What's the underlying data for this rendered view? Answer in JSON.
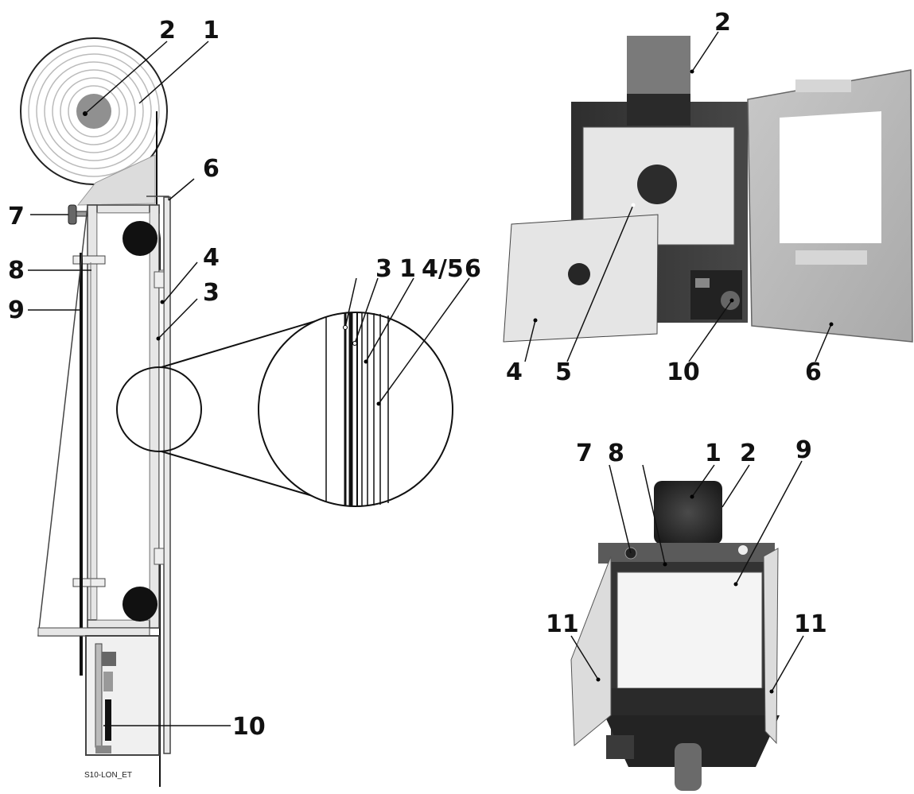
{
  "figure_code": "S10-LON_ET",
  "left_section": {
    "labels": {
      "roll_1": "1",
      "core_2": "2",
      "cover_6": "6",
      "knob_7": "7",
      "plate_8": "8",
      "frame_9": "9",
      "face_4": "4",
      "face_3": "3",
      "electronics_10": "10"
    }
  },
  "detail_zoom": {
    "labels": {
      "l3": "3",
      "l1": "1",
      "l45": "4/5",
      "l6": "6"
    }
  },
  "top_right_photo": {
    "labels": {
      "l2": "2",
      "l4": "4",
      "l5": "5",
      "l10": "10",
      "l6": "6"
    }
  },
  "bottom_right_photo": {
    "labels": {
      "l7": "7",
      "l8": "8",
      "l1": "1",
      "l2": "2",
      "l9": "9",
      "l11_left": "11",
      "l11_right": "11"
    }
  }
}
